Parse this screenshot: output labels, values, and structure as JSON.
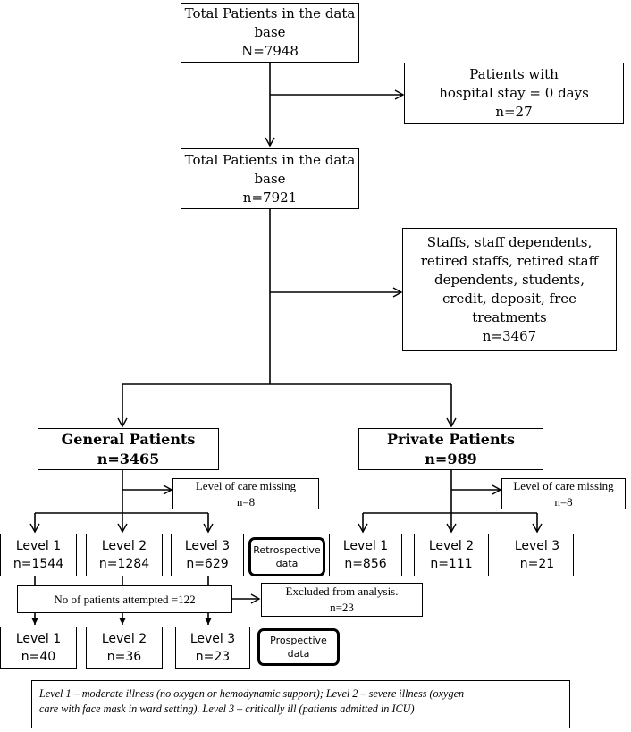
{
  "flowchart": {
    "total_initial": {
      "line1": "Total Patients in the data",
      "line2": "base",
      "n": "N=7948"
    },
    "excluded_zero_stay": {
      "line1": "Patients with",
      "line2": "hospital stay = 0 days",
      "n": "n=27"
    },
    "total_after": {
      "line1": "Total Patients in the data",
      "line2": "base",
      "n": "n=7921"
    },
    "excluded_staff": {
      "lines": [
        "Staffs, staff dependents,",
        "retired staffs, retired staff",
        "dependents, students,",
        "credit, deposit, free",
        "treatments"
      ],
      "n": "n=3467"
    },
    "general": {
      "title": "General Patients",
      "n": "n=3465"
    },
    "private": {
      "title": "Private Patients",
      "n": "n=989"
    },
    "general_missing": {
      "label": "Level of care missing",
      "n": "n=8"
    },
    "private_missing": {
      "label": "Level of care missing",
      "n": "n=8"
    },
    "general_levels": [
      {
        "label": "Level 1",
        "n": "n=1544"
      },
      {
        "label": "Level 2",
        "n": "n=1284"
      },
      {
        "label": "Level 3",
        "n": "n=629"
      }
    ],
    "private_levels": [
      {
        "label": "Level 1",
        "n": "n=856"
      },
      {
        "label": "Level 2",
        "n": "n=111"
      },
      {
        "label": "Level 3",
        "n": "n=21"
      }
    ],
    "retrospective": {
      "line1": "Retrospective",
      "line2": "data"
    },
    "attempted": {
      "label": "No of patients attempted =122"
    },
    "excluded_analysis": {
      "label": "Excluded from analysis.",
      "n": "n=23"
    },
    "prospective_levels": [
      {
        "label": "Level 1",
        "n": "n=40"
      },
      {
        "label": "Level 2",
        "n": "n=36"
      },
      {
        "label": "Level 3",
        "n": "n=23"
      }
    ],
    "prospective": {
      "line1": "Prospective",
      "line2": "data"
    },
    "legend": {
      "line1": "Level 1 – moderate illness (no oxygen or hemodynamic support); Level 2 – severe illness (oxygen",
      "line2": "care with face mask in ward setting). Level 3 – critically ill (patients admitted in ICU)"
    }
  }
}
